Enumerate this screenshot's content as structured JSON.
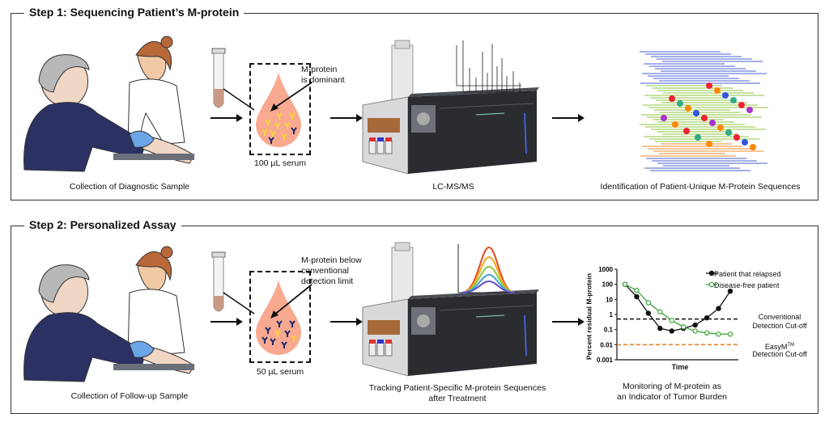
{
  "step1": {
    "title": "Step 1: Sequencing Patient’s M-protein",
    "sample_caption": "Collection of Diagnostic Sample",
    "callout": [
      "M-protein",
      "is dominant"
    ],
    "volume": "100 µL serum",
    "instrument_caption": "LC-MS/MS",
    "result_caption": "Identification of Patient-Unique M-Protein Sequences"
  },
  "step2": {
    "title": "Step 2: Personalized Assay",
    "sample_caption": "Collection of Follow-up Sample",
    "callout": [
      "M-protein below",
      "conventional",
      "detection limit"
    ],
    "volume": "50 µL serum",
    "instrument_caption": [
      "Tracking Patient-Specific M-protein Sequences",
      "after Treatment"
    ],
    "result_caption": [
      "Monitoring of M-protein as",
      "an Indicator of Tumor Burden"
    ]
  },
  "chart_data": {
    "type": "line",
    "ylabel": "Percent residual M-protein",
    "xlabel": "Time",
    "yscale": "log",
    "ylim": [
      0.001,
      1000
    ],
    "yticks": [
      "1000",
      "100",
      "10",
      "1",
      "0.1",
      "0.01",
      "0.001"
    ],
    "series": [
      {
        "name": "Patient that relapsed",
        "color": "#111111",
        "marker": "filled-circle",
        "x": [
          1,
          2,
          3,
          4,
          5,
          6,
          7,
          8,
          9,
          10
        ],
        "values": [
          100,
          15,
          1.2,
          0.12,
          0.08,
          0.12,
          0.2,
          0.6,
          2.5,
          35
        ]
      },
      {
        "name": "Disease-free patient",
        "color": "#3aa335",
        "marker": "open-circle",
        "x": [
          1,
          2,
          3,
          4,
          5,
          6,
          7,
          8,
          9,
          10
        ],
        "values": [
          100,
          40,
          6,
          1.5,
          0.4,
          0.15,
          0.08,
          0.06,
          0.05,
          0.05
        ]
      }
    ],
    "reference_lines": [
      {
        "label": "Conventional\nDetection Cut-off",
        "value": 0.5,
        "color": "#111111",
        "style": "dashed"
      },
      {
        "label": "EasyM™\nDetection Cut-off",
        "label_main": "EasyM",
        "label_sup": "TM",
        "label_line2": "Detection Cut-off",
        "value": 0.01,
        "color": "#e8822a",
        "style": "dashed"
      }
    ],
    "conventional_label": [
      "Conventional",
      "Detection Cut-off"
    ]
  },
  "colors": {
    "serum": "#f8a98f",
    "antibody_yellow": "#f7d23b",
    "antibody_navy": "#1f2a6b",
    "instrument": "#2a2c30",
    "heavy_blue": "#4a5fd6",
    "light_green": "#8cc63f",
    "orange": "#f28a2e"
  }
}
